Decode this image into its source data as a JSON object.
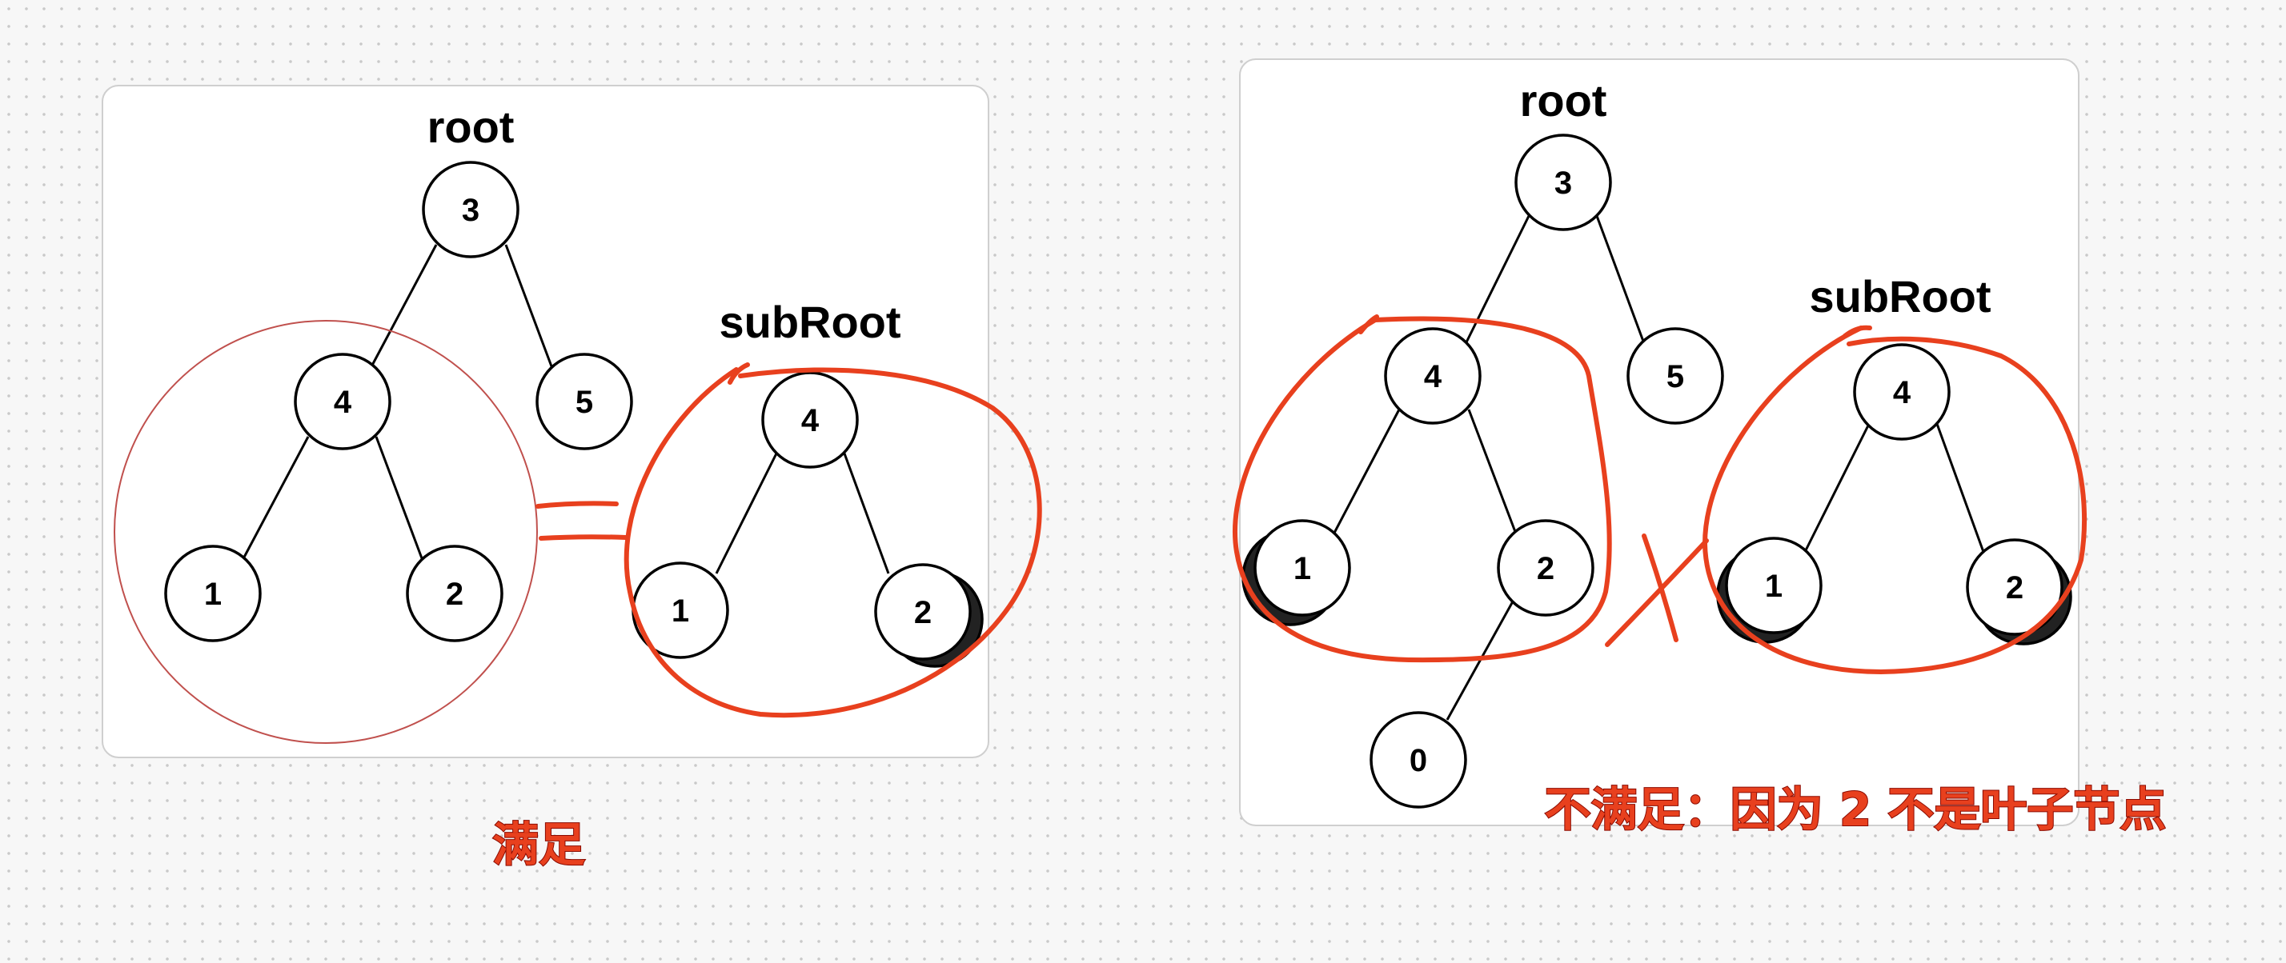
{
  "colors": {
    "ink": "#e8401e",
    "thin_circle": "#c0504d",
    "node_text": "#000000"
  },
  "left_panel": {
    "tree_label": "root",
    "subtree_label": "subRoot",
    "result": "满足",
    "tree_nodes": [
      "3",
      "4",
      "5",
      "1",
      "2"
    ],
    "subtree_nodes": [
      "4",
      "1",
      "2"
    ]
  },
  "right_panel": {
    "tree_label": "root",
    "subtree_label": "subRoot",
    "result": "不满足：因为 2 不是叶子节点",
    "tree_nodes": [
      "3",
      "4",
      "5",
      "1",
      "2",
      "0"
    ],
    "subtree_nodes": [
      "4",
      "1",
      "2"
    ]
  }
}
